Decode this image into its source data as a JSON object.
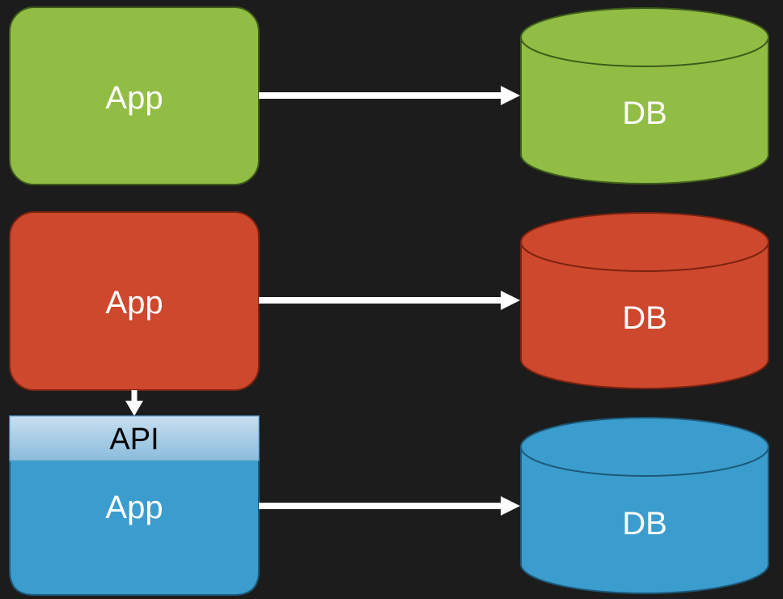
{
  "rows": [
    {
      "app_label": "App",
      "db_label": "DB",
      "fill": "#92bd45",
      "stroke": "#3e5b1a"
    },
    {
      "app_label": "App",
      "db_label": "DB",
      "fill": "#cd482c",
      "stroke": "#7a2210"
    },
    {
      "app_label": "App",
      "db_label": "DB",
      "api_label": "API",
      "fill": "#3b9dce",
      "stroke": "#1c5878",
      "api_fill_top": "#c7dff0",
      "api_fill_bottom": "#8bbcdc"
    }
  ],
  "colors": {
    "background": "#1c1c1c",
    "arrow": "#ffffff"
  }
}
